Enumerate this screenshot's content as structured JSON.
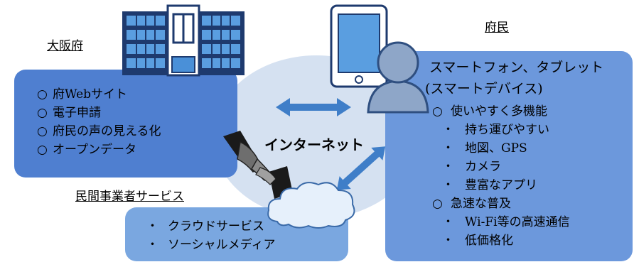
{
  "colors": {
    "osaka_panel": "#4f7fd0",
    "service_panel": "#7aa7e0",
    "citizen_panel": "#6c98dc",
    "internet_circle": "#d5e1f1",
    "arrow": "#3f7ec8",
    "building": "#1e3a6e",
    "building_window": "#4a90d8",
    "person": "#8ea6c8"
  },
  "osaka": {
    "label": "大阪府",
    "items": [
      {
        "bullet": "○",
        "text": "府Webサイト"
      },
      {
        "bullet": "○",
        "text": "電子申請"
      },
      {
        "bullet": "○",
        "text": "府民の声の見える化"
      },
      {
        "bullet": "○",
        "text": "オープンデータ"
      }
    ]
  },
  "citizen": {
    "label": "府民",
    "title_line1": "スマートフォン、タブレット",
    "title_line2": "(スマートデバイス)",
    "groups": [
      {
        "bullet": "○",
        "text": "使いやすく多機能",
        "subs": [
          {
            "bullet": "・",
            "text": "持ち運びやすい"
          },
          {
            "bullet": "・",
            "text": "地図、GPS"
          },
          {
            "bullet": "・",
            "text": "カメラ"
          },
          {
            "bullet": "・",
            "text": "豊富なアプリ"
          }
        ]
      },
      {
        "bullet": "○",
        "text": "急速な普及",
        "subs": [
          {
            "bullet": "・",
            "text": "Wi-Fi等の高速通信"
          },
          {
            "bullet": "・",
            "text": "低価格化"
          }
        ]
      }
    ]
  },
  "internet": {
    "label": "インターネット"
  },
  "services": {
    "label": "民間事業者サービス",
    "items": [
      {
        "bullet": "・",
        "text": "クラウドサービス"
      },
      {
        "bullet": "・",
        "text": "ソーシャルメディア"
      }
    ]
  },
  "icons": {
    "building": "office-building-icon",
    "tablet": "tablet-icon",
    "person": "person-icon",
    "handshake": "handshake-icon",
    "cloud": "cloud-icon",
    "arrow_horizontal": "double-arrow-icon",
    "arrow_diagonal": "double-arrow-icon"
  }
}
